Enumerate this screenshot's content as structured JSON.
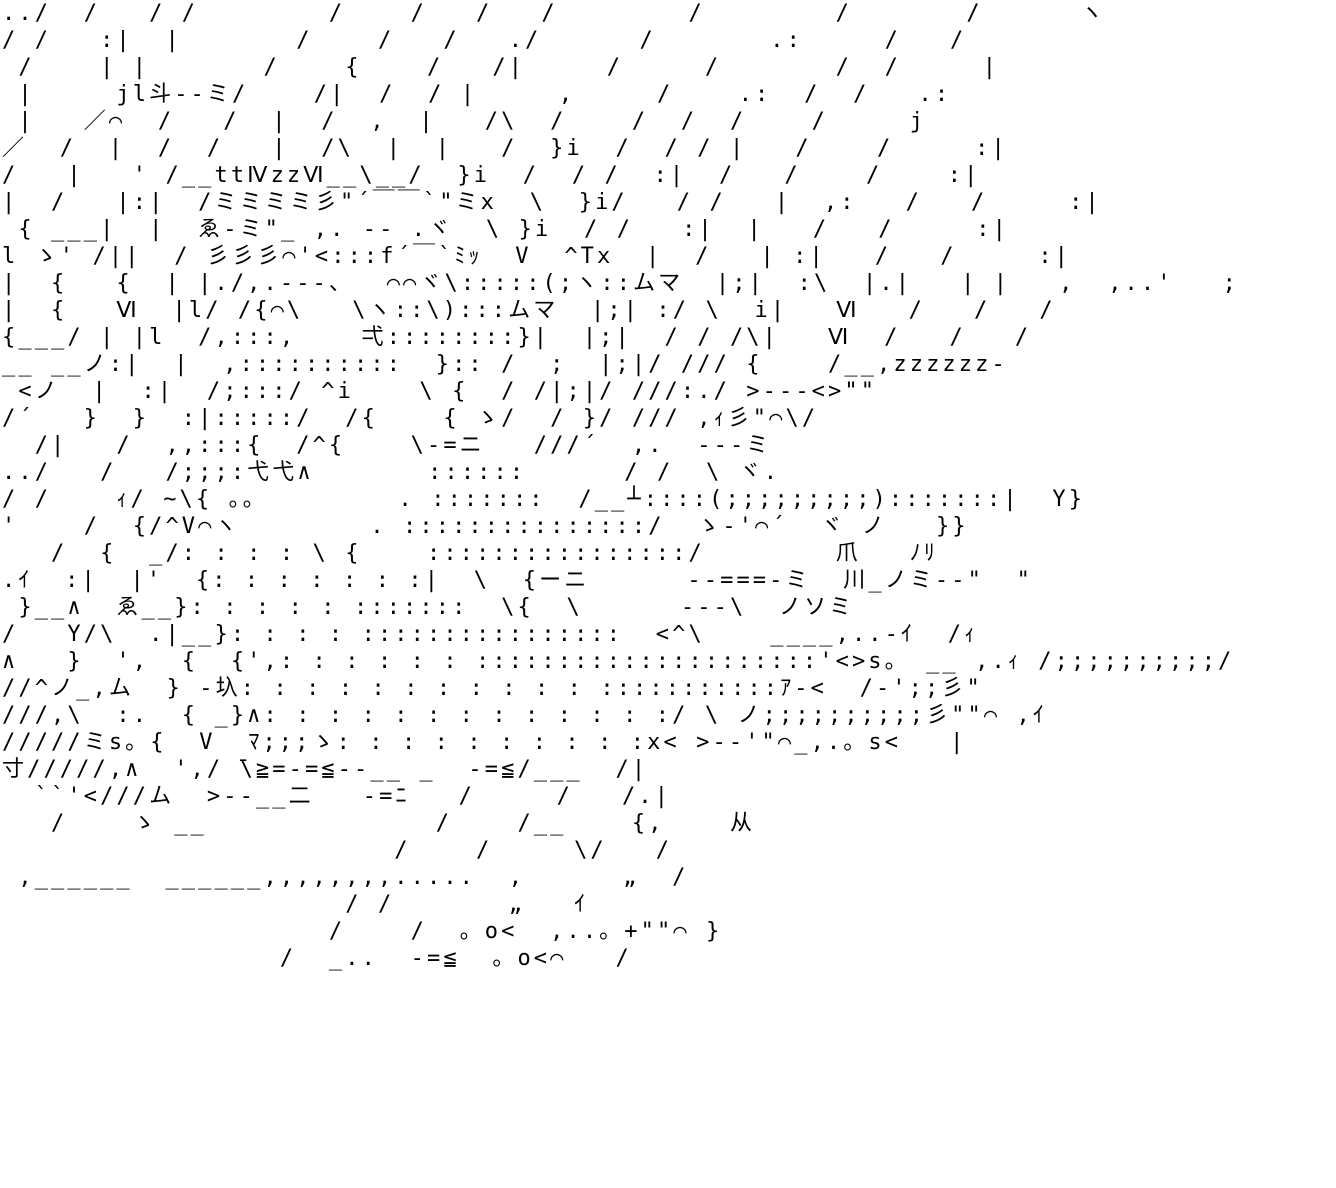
{
  "art": {
    "lines": [
      "../  /   / /        /    /   /   /        /        /       /      ヽ",
      "/ /   :|  |       /    /   /   ./      /       .:     /   /",
      " /    | |       /    {    /   /|     /     /       /  /     |",
      " |     jl斗--ミ/    /|  /  / |     ,     /    .:  /  /   .:",
      " |   ／⌒  /   /  |  /  ,  |   /\\  /    /  /  /    /     j",
      "／  /  |  /  /   |  /\\  |  |   /  }i  /  / / |   /    /     :|",
      "/   |   ' /__ttⅣzzⅥ__\\__/  }i  /  / /  :|  /   /    /    :|",
      "|  /   |:|  /ミミミミ彡\"´￣￣`\"ミx  \\  }i/   / /   |  ,:   /   /     :|",
      " { ___|  |  ゑ-ミ\"_ ,. -- .ヾ  \\ }i  / /   :|  |   /   /     :|",
      "l ゝ' /||  / 彡彡彡⌒'<:::f´￣`ﾐｯ  V  ^Tx  |  /   | :|   /   /     :|",
      "|  {   {  | |./,.---、  ⌒⌒ヾ\\:::::(;ヽ::ムマ  |;|  :\\  |.|   | |   ,  ,..'   ;",
      "|  {   Ⅵ  |l/ /{⌒\\   \\ヽ::\\):::ムマ  |;| :/ \\  i|   Ⅵ   /   /   /",
      "{___/ | |l  /,:::,    弌::::::::}|  |;|  / / /\\|   Ⅵ  /   /   /",
      "__ __ノ:|  |  ,::::::::::  }:: /  ;  |;|/ /// {    /__,zzzzzz-",
      " <ノ  |  :|  /;:::/ ^i    \\ {  / /|;|/ ///:./ >---<>\"\"",
      "/´   }  }  :|:::::/  /{    { ゝ/  / }/ /// ,ｨ彡\"⌒\\/",
      "  /|   /  ,,:::{  /^{    \\-=ニ   ///´  ,.  ---ミ",
      "../   /   /;;;:弋弋∧       ::::::      / /  \\ ヾ.",
      "/ /    ｨ/ ~\\{ 。。        . :::::::  /__┴::::(;;;;;;;;;):::::::|  Y}",
      "'    /  {/^V⌒ヽ        . :::::::::::::::/  ゝ-'⌒´  ヾ ノ   }}",
      "   /  {  _/: : : : \\ {    ::::::::::::::::/        爪   ﾉﾘ",
      ".ｲ  :|  |'  {: : : : : : :|  \\  {ーニ      --===-ミ  川_ノミ--\"  \"",
      " }__∧  ゑ__}: : : : : :::::::  \\{  \\      ---\\  ノソミ",
      "/   Y/\\  .|__}: : : : ::::::::::::::::  <^\\    ____,..-ｲ  /ｨ",
      "∧   }  ',  {  {',: : : : : : :::::::::::::::::::::'<>s。 __ ,.ｨ /;;;;;;;;;;/",
      "//^ノ_,ム  } -圦: : : : : : : : : : : :::::::::::ｱ-<  /-';;彡\"",
      "///,\\  :.  { _}∧: : : : : : : : : : : : :/ \\ ノ;;;;;;;;;;彡\"\"⌒ ,ｲ",
      "/////ミs。{  V  ﾏ;;;ゝ: : : : : : : : : :x< >--'\"⌒_,.。s<   |",
      "寸/////,∧  ',/ ̄\\≧=-=≦--__ _  -=≦/___  /|",
      "  ``'<///ム  >--__二   -=ﾆ   /     /   /.|",
      "   /    ゝ __              /    /__    {,    从",
      "                        /    /     \\/   /",
      " ,______  ______,,,,,,,,.....  ,      „  /",
      "                     / /       „   ｲ",
      "                    /    /  。o<  ,..。+\"\"⌒ }",
      "                 /  _..  -=≦  。o<⌒   /"
    ]
  }
}
